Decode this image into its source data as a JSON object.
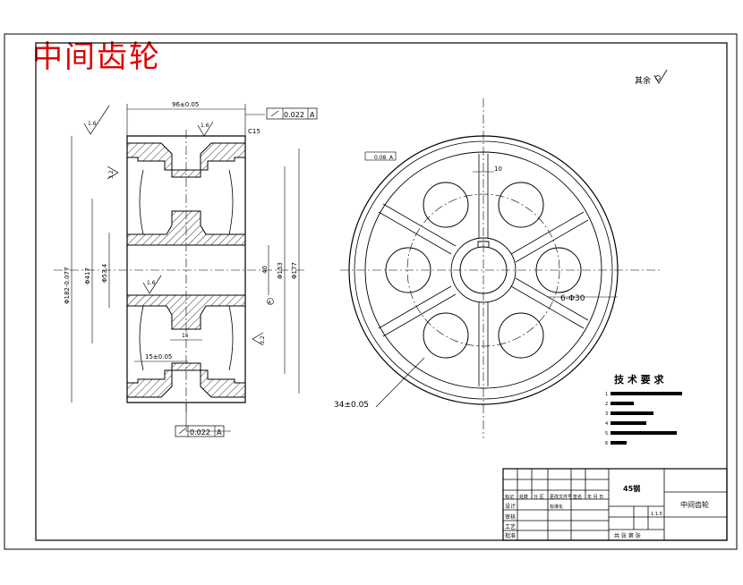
{
  "title": "中间齿轮",
  "roughness_general": "其余",
  "dimensions": {
    "width_top": "96±0.05",
    "chamfer": "C15",
    "tol_top": "0.022",
    "tol_top_ref": "A",
    "tol_bottom": "0.022",
    "tol_bottom_ref": "A",
    "rough_16_a": "1.6",
    "rough_16_b": "1.6",
    "rough_16_c": "1.6",
    "rough_32_a": "3.2",
    "rough_32_b": "3.2",
    "dia_outer": "Φ182-0.077",
    "dia_417": "Φ417",
    "dia_534": "Φ53.4",
    "dia_40": "40",
    "dia_153": "Φ153",
    "dia_177": "Φ177",
    "datum": "A",
    "web_15": "15",
    "hub_15": "15±0.05",
    "key_10": "10",
    "holes": "6-Φ30",
    "tol_right": "0.08",
    "tol_right_ref": "A",
    "r_34": "34±0.05"
  },
  "tech_req": {
    "heading": "技 术 要 求",
    "items": [
      "1",
      "2",
      "3",
      "4",
      "5",
      "6"
    ]
  },
  "title_block": {
    "material": "45钢",
    "part_name": "中间齿轮",
    "scale": "1:1.5",
    "sheets": "共 张 第 张",
    "labels": [
      "标记",
      "处数",
      "分 区",
      "更改文件号",
      "签名",
      "年 月 日"
    ],
    "rows": [
      "设计",
      "标准化",
      "审核",
      "工艺",
      "批准"
    ]
  }
}
